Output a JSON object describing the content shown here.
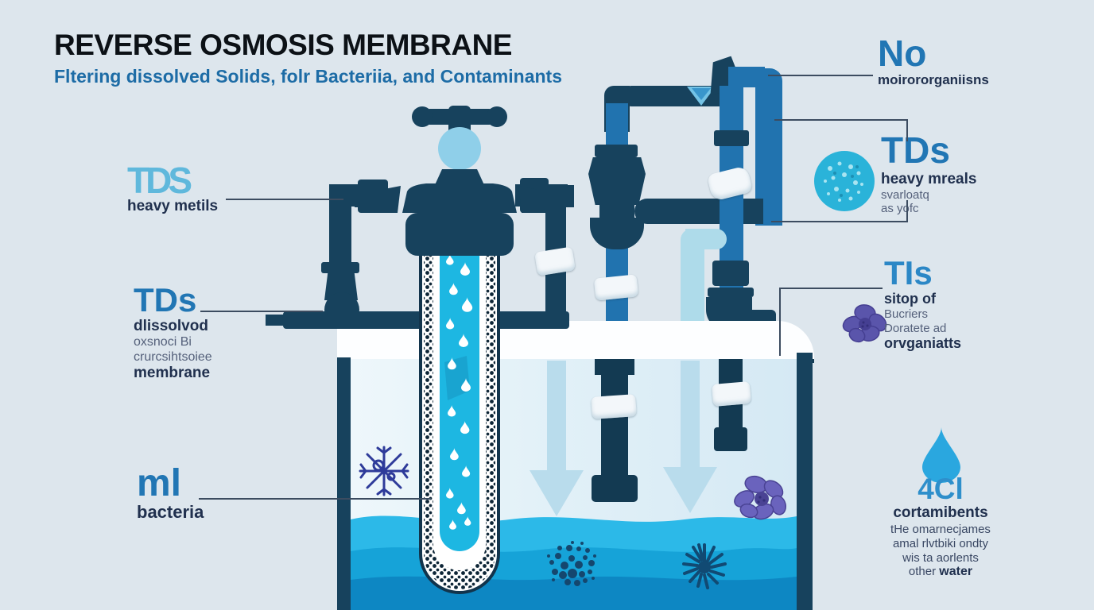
{
  "header": {
    "title": "REVERSE OSMOSIS MEMBRANE",
    "subtitle": "Fltering dissolved Solids, folr Bacteriia, and Contaminants"
  },
  "labels": {
    "left_tds": {
      "big": "TDS",
      "sub": "heavy metils"
    },
    "left_membrane": {
      "big": "TDs",
      "lines": [
        "dlissolvod",
        "oxsnoci Bi",
        "crurcsihtsoiee",
        "membrane"
      ]
    },
    "left_ml": {
      "big": "ml",
      "sub": "bacteria"
    },
    "right_no": {
      "big": "No",
      "sub": "moirororganiisns"
    },
    "right_tds": {
      "big": "TDs",
      "bold_line": "heavy mreals",
      "lines": [
        "svarloatq",
        "as yofc"
      ]
    },
    "right_tis": {
      "big": "TIs",
      "bold_line": "sitop of",
      "lines": [
        "Bucriers",
        "Doratete ad"
      ],
      "bold_end": "orvganiatts"
    },
    "right_contaminants": {
      "big": "4Cl",
      "bold_line": "cortamibents",
      "lines": [
        "tHe omarnecjames",
        "amal rlvtbiki ondty",
        "wis ta aorlents"
      ],
      "last_prefix": "other ",
      "last_bold": "water"
    }
  },
  "icons": {
    "particles_circle": "particles-circle-icon",
    "microbe_blob": "microbe-blob-icon",
    "water_drop": "water-drop-icon",
    "snowflake_microbe": "snowflake-microbe-icon",
    "dotted_microbe": "dotted-cluster-microbe-icon",
    "radial_microbe": "radial-microbe-icon",
    "faucet": "faucet-valve-icon"
  },
  "colors": {
    "background": "#dde6ed",
    "navy_pipe": "#17425d",
    "blue_pipe": "#2173af",
    "pale_pipe": "#aedbea",
    "membrane_water": "#1db7e2",
    "tank_wave_1": "#2cb9e8",
    "tank_wave_2": "#16a3d8",
    "tank_wave_3": "#0d87c3",
    "accent_blue": "#2176b4",
    "dark_text": "#20304e",
    "teal_circle": "#2ab3d9",
    "purple_microbe": "#5a55ab",
    "drop_blue": "#2aa7df"
  }
}
